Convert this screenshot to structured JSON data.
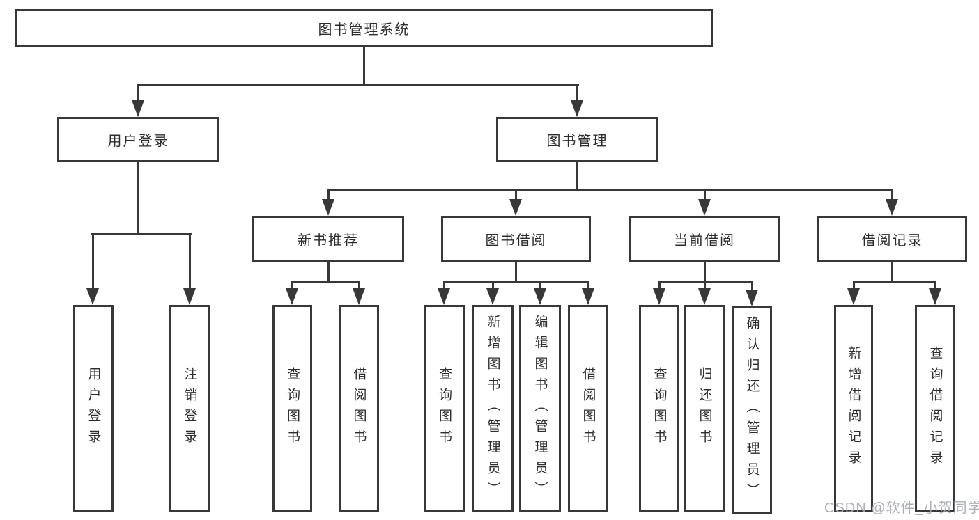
{
  "nodes": {
    "root": "图书管理系统",
    "level2": {
      "user_login": "用户登录",
      "book_management": "图书管理"
    },
    "level3": {
      "new_book_recommend": "新书推荐",
      "book_borrow": "图书借阅",
      "current_borrow": "当前借阅",
      "borrow_record": "借阅记录"
    },
    "leaves": {
      "user_login": "用户登录",
      "logout_login": "注销登录",
      "recommend_query_book": "查询图书",
      "recommend_borrow_book": "借阅图书",
      "borrow_query_book": "查询图书",
      "borrow_add_book_admin": "新增图书（管理员）",
      "borrow_edit_book_admin": "编辑图书（管理员）",
      "borrow_borrow_book": "借阅图书",
      "current_query_book": "查询图书",
      "current_return_book": "归还图书",
      "current_confirm_return_admin": "确认归还（管理员）",
      "record_add_borrow_record": "新增借阅记录",
      "record_query_borrow_record": "查询借阅记录"
    }
  },
  "watermark": "CSDN @软件_小贺同学",
  "colors": {
    "line": "#383838",
    "text": "#2d2d2d",
    "watermark": "#a6aab2",
    "background": "#ffffff"
  }
}
